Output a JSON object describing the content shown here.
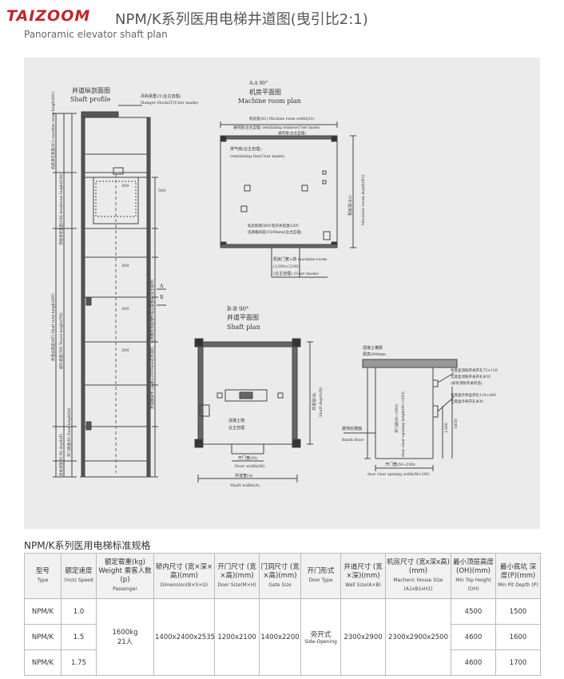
{
  "header": {
    "brand": "TAIZOOM",
    "title": "NPM/K系列医用电梯井道图(曳引比2:1)",
    "subtitle": "Panoramic elevator shaft plan"
  },
  "drawing": {
    "shaft_profile": {
      "title_cn": "井道纵剖面图",
      "title_en": "Shaft profile",
      "hook_cn": "吊钩承重2T(业主自理)",
      "hook_en": "Hanger Hook2T(User made)",
      "dim_300": "300",
      "dim_500": "500",
      "dims_left": [
        "机房净空高度(H1) machine room height(H1)",
        "顶层净空高度(OH) headroom height(OH)",
        "井道总高度(HT) Shaft total height(HT)",
        "提升高度(TH) Travel height(TH)",
        "开门高度(H) Door height(H)",
        "底坑深度(P) Pit depth(P)"
      ],
      "section_mark_a": "A",
      "section_mark_b": "B",
      "vertical_note": "井道圈梁中心间距≤2500mm在井道左、右两侧各预留埋件或设置圈梁(业主提供)"
    },
    "machine_room": {
      "section": "A-A 90°",
      "title_cn": "机房平面图",
      "title_en": "Machine room plan",
      "width_label": "机房宽(A1) Machine room width(A1)",
      "window_label": "通风窗(业主自理) ventilating window(User made)",
      "window_short": "通风窗(业主自理)",
      "fan_label": "排气扇(业主自理) ventilating fan(User made)",
      "fan_cn": "排气扇(业主自理)",
      "fan_en": "ventilating fan(User made)",
      "depth_label": "机房深(B1) Machine room depth(B1)",
      "depth_cn": "机房深(B1)",
      "depth_en": "Machine room depth(B1)",
      "power_label_1": "机房照明380V及开关电源220V",
      "power_label_2": "电源箱高度(1500mm)(业主自理)",
      "door_label_1": "机房门宽×高 machine-room",
      "door_label_2": "(1200×2100)",
      "door_label_3": "(业主自理) (User made)"
    },
    "shaft_plan": {
      "section": "B-B 90°",
      "title_cn": "井道平面图",
      "title_en": "Shaft plan",
      "depth_label": "井道深(B) Shaft depth(B)",
      "depth_cn": "井道深(B)",
      "depth_en": "Shaft depth(B)",
      "wall_note_1": "混凝土墙",
      "wall_note_2": "业主自理",
      "door_width": "开门宽(M)",
      "door_width_en": "Door width(M)",
      "shaft_width": "井道宽(A)",
      "shaft_width_en": "Shaft width(A)"
    },
    "door_elevation": {
      "beam_cn": "混凝土横梁",
      "beam_height": "梁高300mm",
      "fire_hole_1": "有底盒消防开关开孔75×110",
      "fire_hole_2": "无底盒消防开关开孔Φ30",
      "fire_hole_3": "(如有消防开关的话)",
      "call_hole_1": "有底盒外呼盒开孔110×460",
      "call_hole_2": "无底盒外呼开孔Φ30",
      "open_height": "开门高(H+1000) door clear opening height(H+1000)",
      "open_height_cn": "开门高(H+1000)",
      "open_height_en": "door clear opening height(H+1000)",
      "floor_cn": "装饰后楼面",
      "floor_en": "finish floor",
      "dim_1300": "1300",
      "dim_1850": "1850",
      "open_width_cn": "开门宽(M+200)",
      "open_width_en": "door clear opening width(M+200)"
    }
  },
  "table": {
    "title": "NPM/K系列医用电梯标准规格",
    "headers": [
      {
        "main": "型号",
        "sub": "Type"
      },
      {
        "main": "额定速度",
        "sub": "(m/s) Speed"
      },
      {
        "main": "额定载重(kg) Weight 乘客人数(p)",
        "sub": "Passenger"
      },
      {
        "main": "轿内尺寸 (宽×深×高)(mm)",
        "sub": "Dimension(B×S×G)"
      },
      {
        "main": "开门尺寸 (宽×高)(mm)",
        "sub": "Door Size(M×H)"
      },
      {
        "main": "门洞尺寸 (宽×高)(mm)",
        "sub": "Gate Size"
      },
      {
        "main": "开门形式",
        "sub": "Door Type"
      },
      {
        "main": "井道尺寸 (宽×深)(mm)",
        "sub": "Well Size(A×B)"
      },
      {
        "main": "机房尺寸 (宽x深x高)(mm)",
        "sub": "Macheric House Size (A1xB1xH1)"
      },
      {
        "main": "最小顶层高度 (OH)(mm)",
        "sub": "Min Top Height (OH)"
      },
      {
        "main": "最小底坑 深度(P)(mm)",
        "sub": "Min Pit Depth (P)"
      }
    ],
    "rows": [
      {
        "type": "NPM/K",
        "speed": "1.0",
        "oh": "4500",
        "pit": "1500"
      },
      {
        "type": "NPM/K",
        "speed": "1.5",
        "oh": "4600",
        "pit": "1600"
      },
      {
        "type": "NPM/K",
        "speed": "1.75",
        "oh": "4600",
        "pit": "1700"
      }
    ],
    "shared": {
      "load": "1600kg",
      "passengers": "21人",
      "car_size": "1400x2400x2535",
      "door_size": "1200x2100",
      "gate_size": "1400x2200",
      "door_type_cn": "旁开式",
      "door_type_en": "Side-Opening",
      "well_size": "2300x2900",
      "machine_room_size": "2300x2900x2500"
    }
  },
  "colors": {
    "brand_red": "#c0262d",
    "drawing_bg": "#ebebeb",
    "line": "#444444",
    "header_bg": "#f1f1f1"
  }
}
